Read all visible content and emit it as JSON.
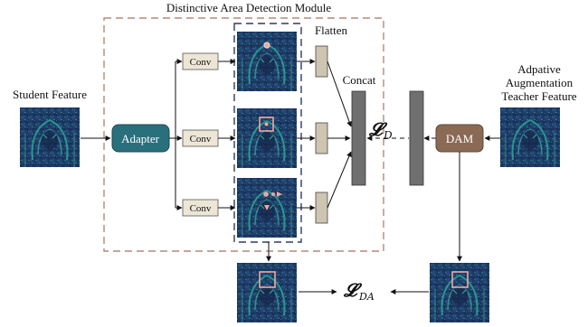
{
  "title": "Distinctive Area Detection Module",
  "student_label": "Student Feature",
  "teacher_label": [
    "Adpative",
    "Augmentation",
    "Teacher Feature"
  ],
  "adapter_label": "Adapter",
  "conv_label": "Conv",
  "flatten_label": "Flatten",
  "concat_label": "Concat",
  "dam_label": "DAM",
  "loss_d": {
    "symbol": "𝓛",
    "sub": "D"
  },
  "loss_da": {
    "symbol": "𝓛",
    "sub": "DA"
  },
  "colors": {
    "adapter": "#2a6f7c",
    "dam": "#8b6a55",
    "conv": "#ede6d6",
    "flatten": "#cdc5b2",
    "concat": "#6f6f6f",
    "dashed_outer": "#b38a78",
    "dashed_inner": "#2b3f5e",
    "feature_dark": "#1d3a66",
    "feature_green": "#2bb59b",
    "marker_pink": "#f2a7a3"
  }
}
